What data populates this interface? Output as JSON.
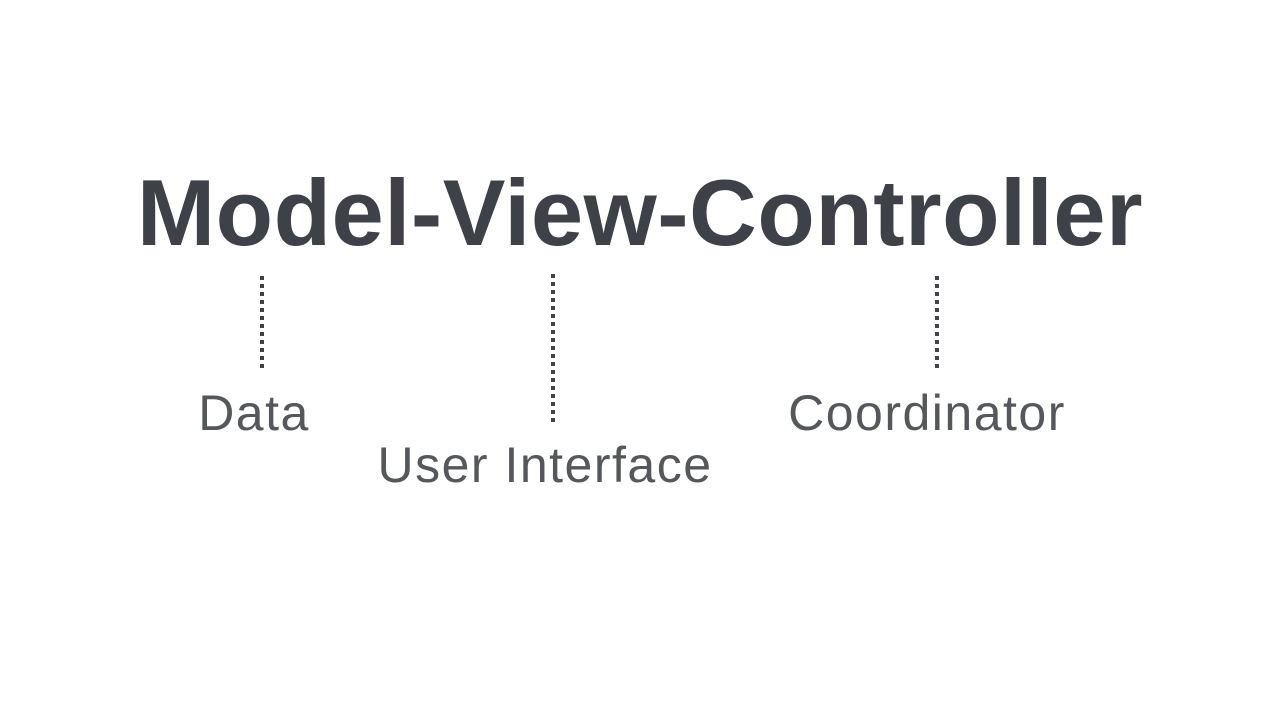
{
  "page": {
    "background_color": "#ffffff"
  },
  "title": {
    "text": "Model-View-Controller",
    "color": "#3e4147"
  },
  "connector_style": {
    "type": "vertical-dotted-line",
    "color": "#3f4247"
  },
  "label_style": {
    "color": "#54575c"
  },
  "annotations": [
    {
      "term": "Model",
      "label": "Data"
    },
    {
      "term": "View",
      "label": "User Interface"
    },
    {
      "term": "Controller",
      "label": "Coordinator"
    }
  ]
}
